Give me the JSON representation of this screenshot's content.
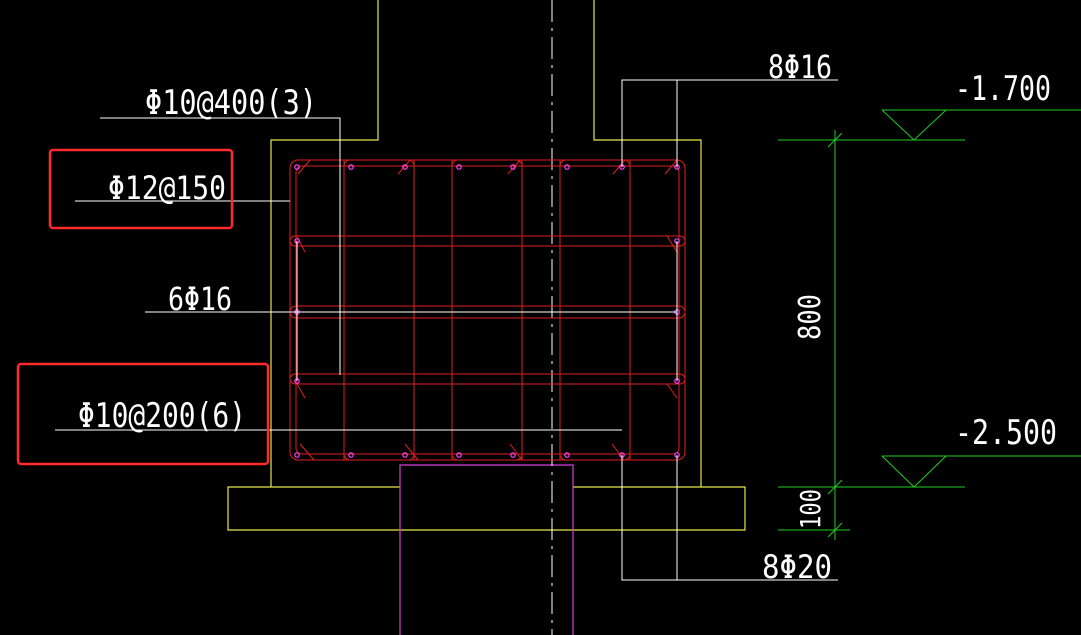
{
  "colors": {
    "background": "#000000",
    "concrete_outline": "#e6e64a",
    "rebar": "#e01e1e",
    "rebar_bar": "#ff44ff",
    "pile": "#d63cd6",
    "dimension": "#22cc22",
    "leader": "#ffffff",
    "centerline": "#ffffff",
    "highlight_box": "#ff2a2a"
  },
  "annotations": {
    "top_stirrup": "Φ10@400(3)",
    "side_bar": "Φ12@150",
    "waist_bar": "6Φ16",
    "stirrup": "Φ10@200(6)",
    "top_bar": "8Φ16",
    "bottom_bar": "8Φ20"
  },
  "elevations": {
    "top": "-1.700",
    "bottom": "-2.500"
  },
  "dimensions": {
    "height": "800",
    "cushion": "100"
  }
}
